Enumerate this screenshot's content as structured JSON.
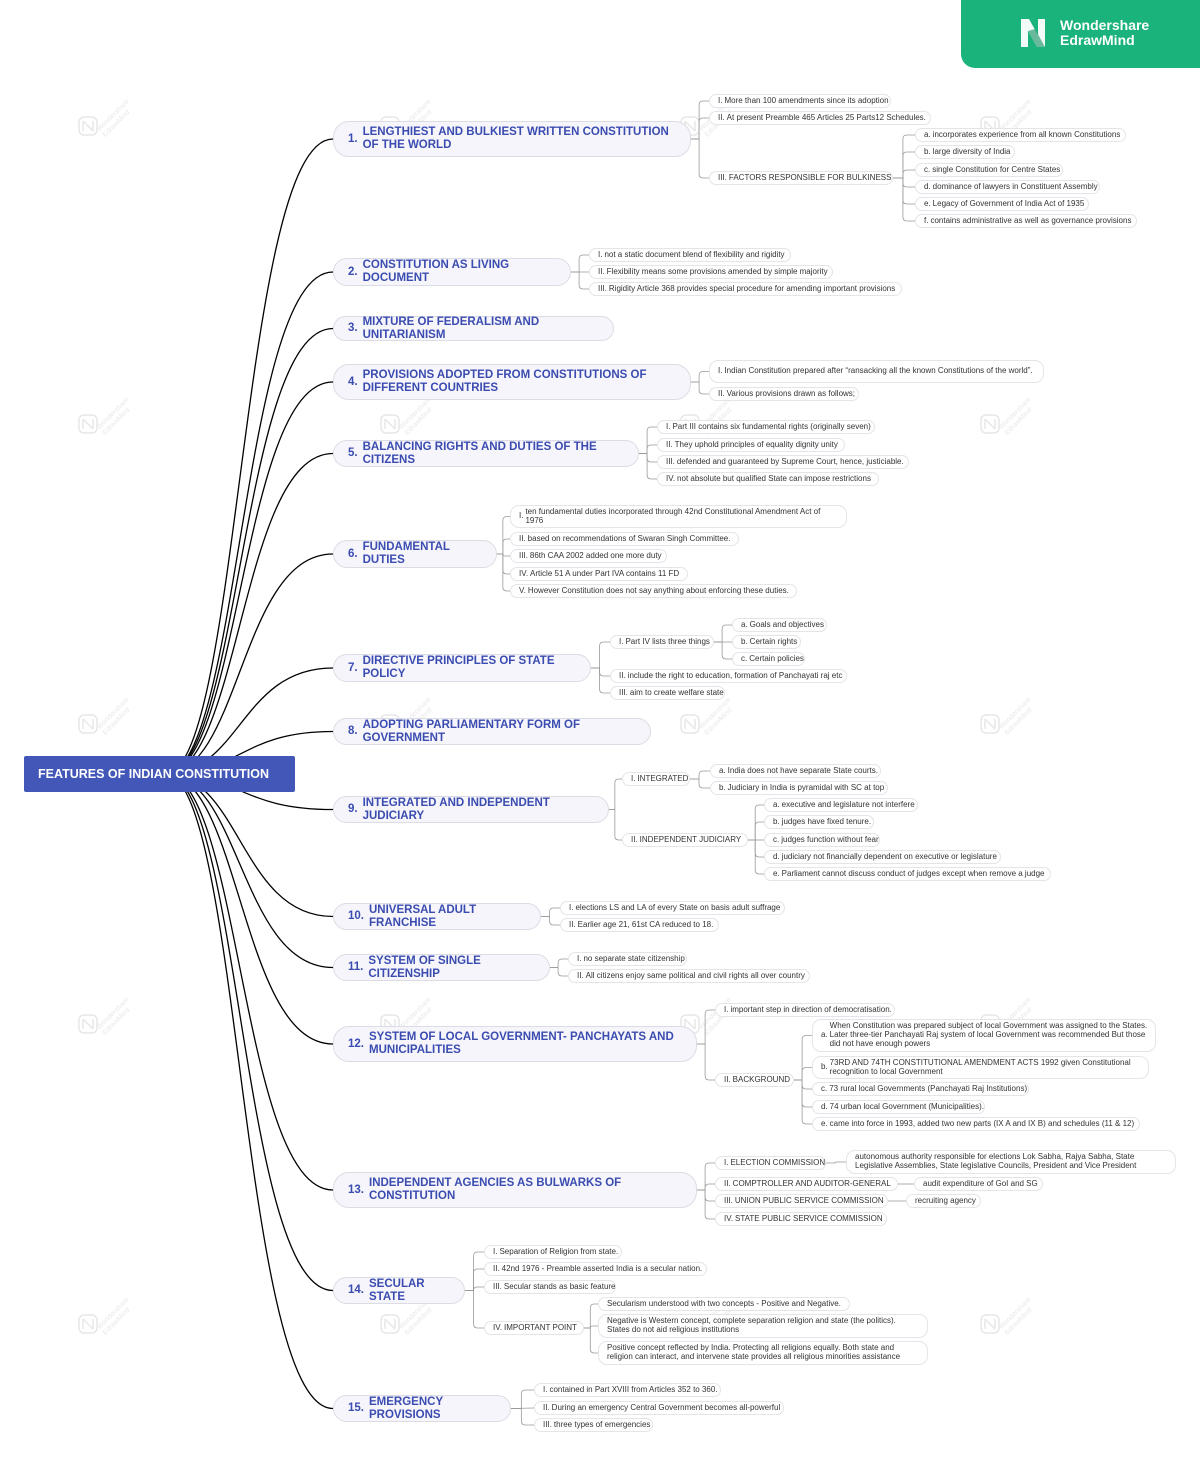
{
  "brand": {
    "line1": "Wondershare",
    "line2": "EdrawMind",
    "icon": "edrawmind-logo-icon",
    "color": "#19b37b"
  },
  "watermark": {
    "line1": "Wondershare",
    "line2": "EdrawMind",
    "icon": "edrawmind-watermark-icon"
  },
  "root": {
    "label": "FEATURES OF INDIAN CONSTITUTION",
    "color": "#4257b7"
  },
  "colors": {
    "topic_text": "#3b4cb0",
    "topic_fill": "#f5f5fb",
    "leaf_text": "#333333",
    "line": "#000000",
    "leaf_line": "#999999"
  },
  "topics": [
    {
      "num": "1.",
      "label": "LENGTHIEST AND BULKIEST WRITTEN CONSTITUTION OF THE WORLD",
      "children": [
        {
          "num": "I.",
          "label": "More than 100 amendments since its adoption"
        },
        {
          "num": "II.",
          "label": "At present Preamble 465 Articles 25 Parts12 Schedules."
        },
        {
          "num": "III.",
          "label": "FACTORS RESPONSIBLE FOR BULKINESS",
          "children": [
            {
              "num": "a.",
              "label": "incorporates experience from all known Constitutions"
            },
            {
              "num": "b.",
              "label": "large diversity of India"
            },
            {
              "num": "c.",
              "label": "single Constitution for Centre States"
            },
            {
              "num": "d.",
              "label": "dominance of lawyers in Constituent Assembly"
            },
            {
              "num": "e.",
              "label": "Legacy of Government of India Act of 1935"
            },
            {
              "num": "f.",
              "label": "contains administrative as well as governance provisions"
            }
          ]
        }
      ]
    },
    {
      "num": "2.",
      "label": "CONSTITUTION AS LIVING DOCUMENT",
      "children": [
        {
          "num": "I.",
          "label": "not a static document blend of flexibility and rigidity"
        },
        {
          "num": "II.",
          "label": "Flexibility means some provisions amended by simple majority"
        },
        {
          "num": "III.",
          "label": "Rigidity Article 368 provides special procedure for amending important provisions"
        }
      ]
    },
    {
      "num": "3.",
      "label": "MIXTURE OF FEDERALISM AND UNITARIANISM",
      "children": []
    },
    {
      "num": "4.",
      "label": "PROVISIONS ADOPTED FROM CONSTITUTIONS OF DIFFERENT COUNTRIES",
      "children": [
        {
          "num": "I.",
          "label": "Indian Constitution prepared after “ransacking all the known Constitutions of the world”."
        },
        {
          "num": "II.",
          "label": "Various provisions drawn as follows;"
        }
      ]
    },
    {
      "num": "5.",
      "label": "BALANCING RIGHTS AND DUTIES OF THE CITIZENS",
      "children": [
        {
          "num": "I.",
          "label": "Part III contains six fundamental rights (originally seven)"
        },
        {
          "num": "II.",
          "label": "They uphold principles of equality dignity unity"
        },
        {
          "num": "III.",
          "label": "defended and guaranteed by Supreme Court, hence, justiciable."
        },
        {
          "num": "IV.",
          "label": "not absolute but qualified State can impose restrictions"
        }
      ]
    },
    {
      "num": "6.",
      "label": "FUNDAMENTAL DUTIES",
      "children": [
        {
          "num": "I.",
          "label": "ten fundamental duties incorporated through 42nd Constitutional Amendment Act of 1976"
        },
        {
          "num": "II.",
          "label": "based on recommendations of Swaran Singh Committee."
        },
        {
          "num": "III.",
          "label": "86th CAA 2002 added one more duty"
        },
        {
          "num": "IV.",
          "label": "Article 51 A under Part IVA contains 11 FD"
        },
        {
          "num": "V.",
          "label": "However Constitution does not say anything about enforcing these duties."
        }
      ]
    },
    {
      "num": "7.",
      "label": "DIRECTIVE PRINCIPLES OF STATE POLICY",
      "children": [
        {
          "num": "I.",
          "label": "Part IV lists three things",
          "children": [
            {
              "num": "a.",
              "label": "Goals and objectives"
            },
            {
              "num": "b.",
              "label": "Certain rights"
            },
            {
              "num": "c.",
              "label": "Certain policies"
            }
          ]
        },
        {
          "num": "II.",
          "label": "include the right to education, formation of Panchayati raj etc"
        },
        {
          "num": "III.",
          "label": "aim to create welfare state"
        }
      ]
    },
    {
      "num": "8.",
      "label": "ADOPTING PARLIAMENTARY FORM OF GOVERNMENT",
      "children": []
    },
    {
      "num": "9.",
      "label": "INTEGRATED AND INDEPENDENT JUDICIARY",
      "children": [
        {
          "num": "I.",
          "label": "INTEGRATED",
          "children": [
            {
              "num": "a.",
              "label": "India does not have separate State courts."
            },
            {
              "num": "b.",
              "label": "Judiciary in India is pyramidal with SC at top"
            }
          ]
        },
        {
          "num": "II.",
          "label": "INDEPENDENT JUDICIARY",
          "children": [
            {
              "num": "a.",
              "label": "executive and legislature not interfere"
            },
            {
              "num": "b.",
              "label": "judges have fixed tenure."
            },
            {
              "num": "c.",
              "label": "judges function without fear"
            },
            {
              "num": "d.",
              "label": "judiciary not financially dependent on executive or legislature"
            },
            {
              "num": "e.",
              "label": "Parliament cannot discuss conduct of judges except when remove a judge"
            }
          ]
        }
      ]
    },
    {
      "num": "10.",
      "label": "UNIVERSAL ADULT FRANCHISE",
      "children": [
        {
          "num": "I.",
          "label": "elections LS and LA of every State on basis adult suffrage"
        },
        {
          "num": "II.",
          "label": "Earlier age 21, 61st CA reduced to 18."
        }
      ]
    },
    {
      "num": "11.",
      "label": "SYSTEM OF SINGLE CITIZENSHIP",
      "children": [
        {
          "num": "I.",
          "label": "no separate state citizenship"
        },
        {
          "num": "II.",
          "label": "All citizens enjoy same political and civil rights all over country"
        }
      ]
    },
    {
      "num": "12.",
      "label": "SYSTEM OF LOCAL GOVERNMENT- PANCHAYATS AND MUNICIPALITIES",
      "children": [
        {
          "num": "I.",
          "label": "important step in direction of democratisation."
        },
        {
          "num": "II.",
          "label": "BACKGROUND",
          "children": [
            {
              "num": "a.",
              "label": "When Constitution was prepared subject of local Government was assigned to the States. Later three-tier Panchayati Raj system of local Government was recommended But those did not have enough powers"
            },
            {
              "num": "b.",
              "label": "73RD AND 74TH CONSTITUTIONAL AMENDMENT ACTS 1992 given Constitutional recognition to local Government"
            },
            {
              "num": "c.",
              "label": "73 rural local Governments (Panchayati Raj Institutions)"
            },
            {
              "num": "d.",
              "label": "74 urban local Government (Municipalities)."
            },
            {
              "num": "e.",
              "label": "came into force in 1993, added two new parts (IX A and IX B) and schedules (11 & 12)"
            }
          ]
        }
      ]
    },
    {
      "num": "13.",
      "label": "INDEPENDENT AGENCIES AS BULWARKS OF CONSTITUTION",
      "children": [
        {
          "num": "I.",
          "label": "ELECTION COMMISSION",
          "children": [
            {
              "num": "",
              "label": "autonomous authority responsible for elections Lok Sabha, Rajya Sabha, State Legislative Assemblies, State legislative Councils, President and Vice President"
            }
          ]
        },
        {
          "num": "II.",
          "label": "COMPTROLLER AND AUDITOR-GENERAL",
          "children": [
            {
              "num": "",
              "label": "audit expenditure of GoI and SG"
            }
          ]
        },
        {
          "num": "III.",
          "label": "UNION PUBLIC SERVICE COMMISSION",
          "children": [
            {
              "num": "",
              "label": "recruiting agency"
            }
          ]
        },
        {
          "num": "IV.",
          "label": "STATE PUBLIC SERVICE COMMISSION"
        }
      ]
    },
    {
      "num": "14.",
      "label": "SECULAR STATE",
      "children": [
        {
          "num": "I.",
          "label": "Separation of Religion from state."
        },
        {
          "num": "II.",
          "label": "42nd 1976 - Preamble asserted India is a secular nation."
        },
        {
          "num": "III.",
          "label": "Secular stands as basic feature"
        },
        {
          "num": "IV.",
          "label": "IMPORTANT POINT",
          "children": [
            {
              "num": "",
              "label": "Secularism understood with two concepts - Positive and Negative."
            },
            {
              "num": "",
              "label": "Negative is Western concept, complete separation religion and state (the politics). States do not aid religious institutions"
            },
            {
              "num": "",
              "label": "Positive concept reflected by India. Protecting all religions equally. Both state and religion can interact, and intervene state provides all religious minorities assistance"
            }
          ]
        }
      ]
    },
    {
      "num": "15.",
      "label": "EMERGENCY PROVISIONS",
      "children": [
        {
          "num": "I.",
          "label": "contained in Part XVIII from Articles 352 to 360."
        },
        {
          "num": "II.",
          "label": "During an emergency Central Government becomes all-powerful"
        },
        {
          "num": "III.",
          "label": "three types of emergencies"
        }
      ]
    }
  ]
}
